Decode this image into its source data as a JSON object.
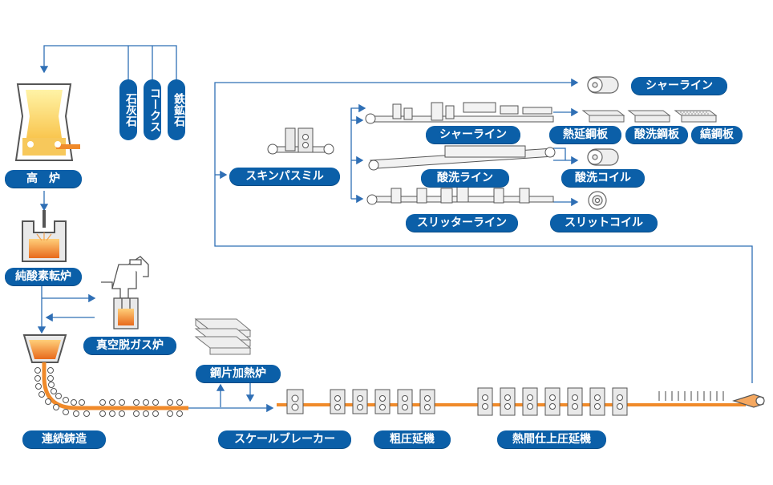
{
  "raw_materials": [
    "石灰石",
    "コークス",
    "鉄鉱石"
  ],
  "labels": {
    "blast_furnace": "高　炉",
    "bof": "純酸素転炉",
    "degasser": "真空脱ガス炉",
    "continuous_casting": "連続鋳造",
    "slab_yard": "鋼片加熱炉",
    "scale_breaker": "スケールブレーカー",
    "rougher": "粗圧延機",
    "finisher": "熱間仕上圧延機",
    "skin_pass": "スキンパスミル",
    "shear_line_top": "シャーライン",
    "shear_line": "シャーライン",
    "pickling_line": "酸洗ライン",
    "slitter_line": "スリッターライン",
    "hot_rolled_sheet": "熱延鋼板",
    "pickled_sheet": "酸洗鋼板",
    "checkered_plate": "縞鋼板",
    "pickled_coil": "酸洗コイル",
    "slit_coil": "スリットコイル"
  },
  "colors": {
    "pill_blue": "#0b5fa8",
    "line_blue": "#2f6fb5",
    "steel_orange": "#f08a2a",
    "equipment_gray": "#e4e4e4",
    "outline_gray": "#555555"
  }
}
